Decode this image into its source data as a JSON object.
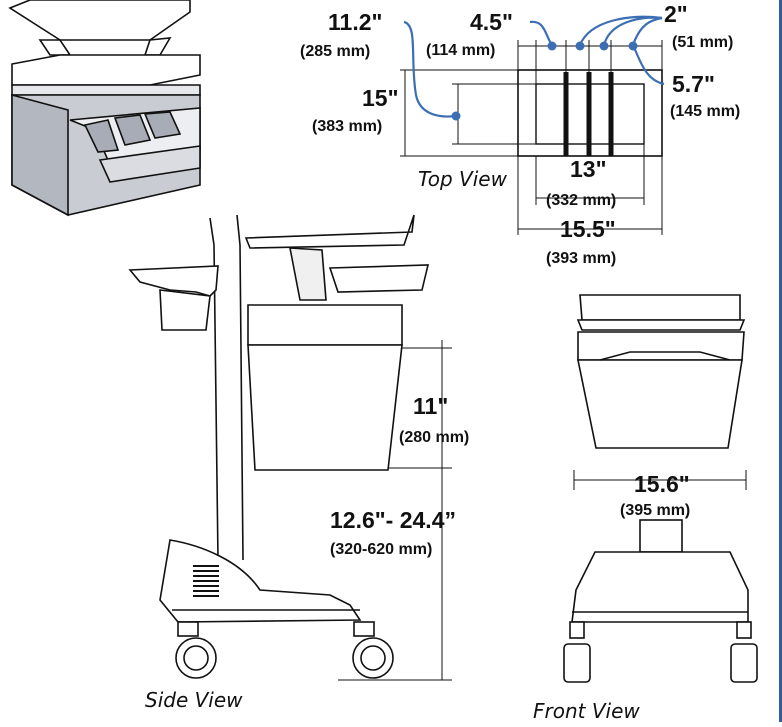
{
  "colors": {
    "accent": "#3c6eb4",
    "line": "#111111",
    "bin_fill": "#c9ccd3",
    "bin_shadow": "#9fa3ad",
    "border": "#2f5f96"
  },
  "top_view": {
    "label": "Top View",
    "overall_depth": {
      "inches": "11.2\"",
      "mm": "(285 mm)"
    },
    "offset_a": {
      "inches": "4.5\"",
      "mm": "(114 mm)"
    },
    "divider_gap": {
      "inches": "2\"",
      "mm": "(51 mm)"
    },
    "end_offset": {
      "inches": "5.7\"",
      "mm": "(145 mm)"
    },
    "depth": {
      "inches": "15\"",
      "mm": "(383 mm)"
    },
    "inner_width": {
      "inches": "13\"",
      "mm": "(332 mm)"
    },
    "outer_width": {
      "inches": "15.5\"",
      "mm": "(393 mm)"
    }
  },
  "side_view": {
    "label": "Side View",
    "bin_height": {
      "inches": "11\"",
      "mm": "(280 mm)"
    },
    "floor_clearance": {
      "inches": "12.6\"- 24.4”",
      "mm": "(320-620 mm)"
    }
  },
  "front_view": {
    "label": "Front View",
    "bin_width": {
      "inches": "15.6\"",
      "mm": "(395 mm)"
    }
  }
}
